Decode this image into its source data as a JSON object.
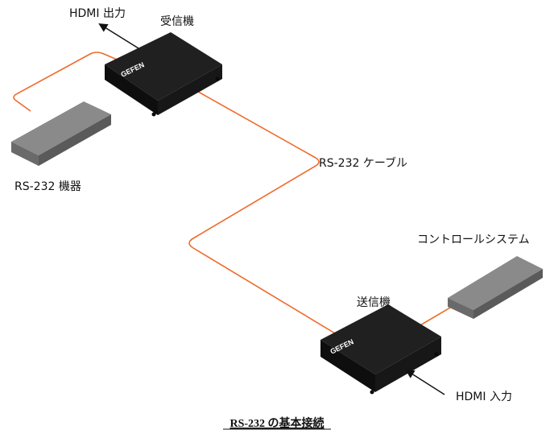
{
  "labels": {
    "hdmi_out": "HDMI 出力",
    "receiver": "受信機",
    "rs232_device": "RS-232 機器",
    "rs232_cable": "RS-232 ケーブル",
    "control_system": "コントロールシステム",
    "transmitter": "送信機",
    "hdmi_in": "HDMI 入力"
  },
  "brand": "GEFEN",
  "caption": "RS-232 の基本接続",
  "colors": {
    "cable": "#f06a2a",
    "device_dark": "#1a1a1a",
    "device_gray": "#7a7a7a",
    "text": "#111111"
  }
}
